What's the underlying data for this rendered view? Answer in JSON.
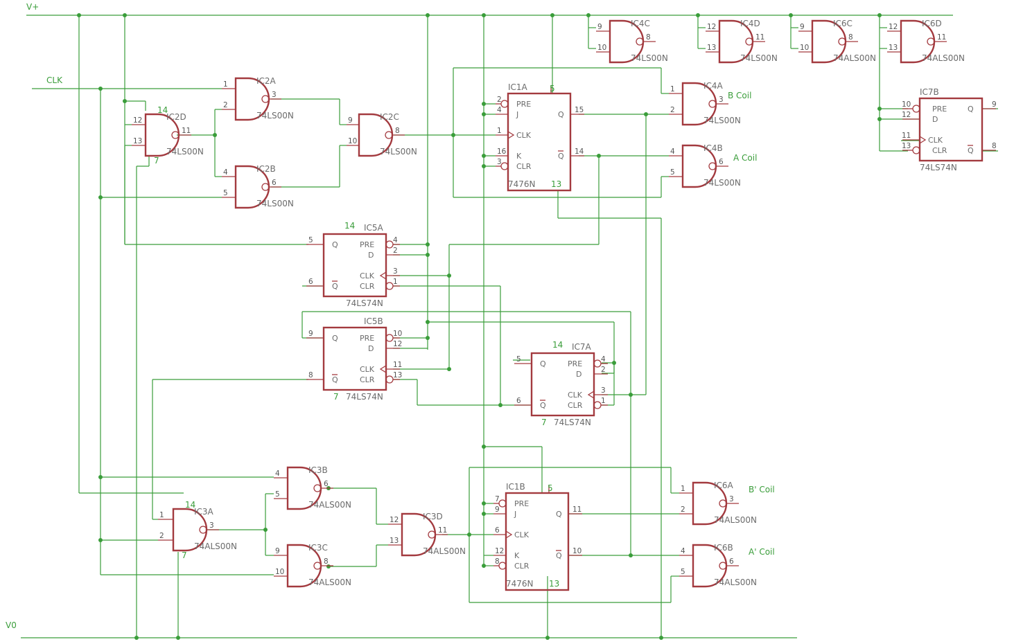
{
  "rails": {
    "vplus": "V+",
    "v0": "V0",
    "clk": "CLK"
  },
  "nand_gates": [
    {
      "id": "ic2a",
      "name": "IC2A",
      "part": "74LS00N",
      "in": [
        "1",
        "2"
      ],
      "out": "3"
    },
    {
      "id": "ic2b",
      "name": "IC2B",
      "part": "74LS00N",
      "in": [
        "4",
        "5"
      ],
      "out": "6"
    },
    {
      "id": "ic2c",
      "name": "IC2C",
      "part": "74LS00N",
      "in": [
        "9",
        "10"
      ],
      "out": "8"
    },
    {
      "id": "ic2d",
      "name": "IC2D",
      "part": "74LS00N",
      "in": [
        "12",
        "13"
      ],
      "out": "11",
      "vcc": "14",
      "gnd": "7"
    },
    {
      "id": "ic3a",
      "name": "IC3A",
      "part": "74ALS00N",
      "in": [
        "1",
        "2"
      ],
      "out": "3",
      "vcc": "14",
      "gnd": "7"
    },
    {
      "id": "ic3b",
      "name": "IC3B",
      "part": "74ALS00N",
      "in": [
        "4",
        "5"
      ],
      "out": "6"
    },
    {
      "id": "ic3c",
      "name": "IC3C",
      "part": "74ALS00N",
      "in": [
        "9",
        "10"
      ],
      "out": "8"
    },
    {
      "id": "ic3d",
      "name": "IC3D",
      "part": "74ALS00N",
      "in": [
        "12",
        "13"
      ],
      "out": "11"
    },
    {
      "id": "ic4a",
      "name": "IC4A",
      "part": "74LS00N",
      "in": [
        "1",
        "2"
      ],
      "out": "3"
    },
    {
      "id": "ic4b",
      "name": "IC4B",
      "part": "74LS00N",
      "in": [
        "4",
        "5"
      ],
      "out": "6"
    },
    {
      "id": "ic4c",
      "name": "IC4C",
      "part": "74LS00N",
      "in": [
        "9",
        "10"
      ],
      "out": "8"
    },
    {
      "id": "ic4d",
      "name": "IC4D",
      "part": "74LS00N",
      "in": [
        "12",
        "13"
      ],
      "out": "11"
    },
    {
      "id": "ic6a",
      "name": "IC6A",
      "part": "74ALS00N",
      "in": [
        "1",
        "2"
      ],
      "out": "3"
    },
    {
      "id": "ic6b",
      "name": "IC6B",
      "part": "74ALS00N",
      "in": [
        "4",
        "5"
      ],
      "out": "6"
    },
    {
      "id": "ic6c",
      "name": "IC6C",
      "part": "74ALS00N",
      "in": [
        "9",
        "10"
      ],
      "out": "8"
    },
    {
      "id": "ic6d",
      "name": "IC6D",
      "part": "74ALS00N",
      "in": [
        "12",
        "13"
      ],
      "out": "11"
    }
  ],
  "jk_flipflops": [
    {
      "id": "ic1a",
      "name": "IC1A",
      "part": "7476N",
      "pins": {
        "pre": "2",
        "j": "4",
        "clk": "1",
        "k": "16",
        "clr": "3",
        "q": "15",
        "qn": "14",
        "vcc": "5",
        "gnd": "13"
      }
    },
    {
      "id": "ic1b",
      "name": "IC1B",
      "part": "7476N",
      "pins": {
        "pre": "7",
        "j": "9",
        "clk": "6",
        "k": "12",
        "clr": "8",
        "q": "11",
        "qn": "10",
        "vcc": "5",
        "gnd": "13"
      }
    }
  ],
  "d_flipflops": [
    {
      "id": "ic5a",
      "name": "IC5A",
      "part": "74LS74N",
      "pins": {
        "q": "5",
        "qn": "6",
        "pre": "4",
        "d": "2",
        "clk": "3",
        "clr": "1",
        "vcc": "14"
      }
    },
    {
      "id": "ic5b",
      "name": "IC5B",
      "part": "74LS74N",
      "pins": {
        "q": "9",
        "qn": "8",
        "pre": "10",
        "d": "12",
        "clk": "11",
        "clr": "13",
        "gnd": "7"
      }
    },
    {
      "id": "ic7a",
      "name": "IC7A",
      "part": "74LS74N",
      "pins": {
        "q": "5",
        "qn": "6",
        "pre": "4",
        "d": "2",
        "clk": "3",
        "clr": "1",
        "vcc": "14",
        "gnd": "7"
      }
    },
    {
      "id": "ic7b",
      "name": "IC7B",
      "part": "74LS74N",
      "pins": {
        "q": "9",
        "qn": "8",
        "pre": "10",
        "d": "12",
        "clk": "11",
        "clr": "13"
      }
    }
  ],
  "pin_labels": {
    "pre": "PRE",
    "j": "J",
    "k": "K",
    "clk": "CLK",
    "clr": "CLR",
    "q": "Q",
    "qn": "Q",
    "d": "D"
  },
  "coil_labels": {
    "b": "B Coil",
    "a": "A Coil",
    "bp": "B' Coil",
    "ap": "A' Coil"
  }
}
